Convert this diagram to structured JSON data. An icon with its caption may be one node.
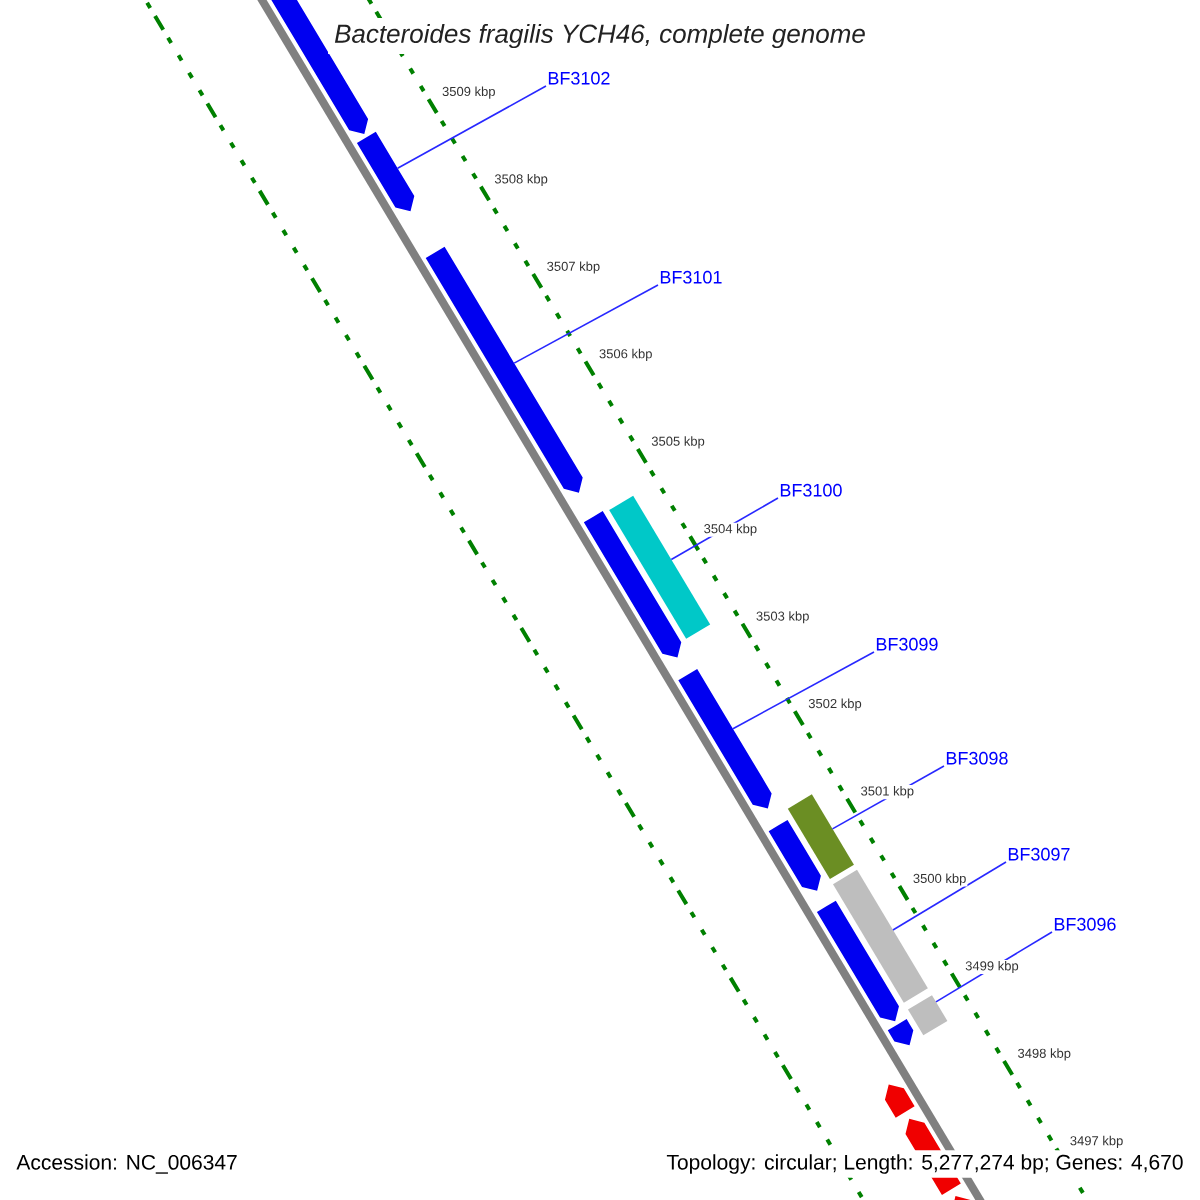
{
  "diagram": {
    "title": "Bacteroides fragilis YCH46, complete genome",
    "nodes": [
      {
        "text": [
          "BF3102"
        ]
      },
      {
        "text": [
          "BF3101"
        ]
      },
      {
        "text": [
          "BF3100"
        ]
      },
      {
        "text": [
          "BF3099"
        ]
      },
      {
        "text": [
          "BF3098"
        ]
      },
      {
        "text": [
          "BF3097"
        ]
      },
      {
        "text": [
          "BF3096"
        ]
      },
      {
        "text": [],
        "shape": "arrow"
      },
      {
        "text": [],
        "shape": "arrow"
      },
      {
        "text": [],
        "shape": "arrow"
      },
      {
        "text": [],
        "shape": "arrow"
      },
      {
        "text": [],
        "shape": "bar"
      },
      {
        "text": [],
        "shape": "arrow"
      },
      {
        "text": [],
        "shape": "bar"
      },
      {
        "text": [],
        "shape": "arrow"
      },
      {
        "text": [],
        "shape": "bar"
      },
      {
        "text": [],
        "shape": "arrow"
      },
      {
        "text": [],
        "shape": "bar"
      },
      {
        "text": [],
        "shape": "arrow"
      },
      {
        "text": [],
        "shape": "arrow"
      },
      {
        "text": [],
        "shape": "arrow"
      },
      {
        "text": [],
        "shape": "arrow"
      }
    ],
    "edges": [
      {
        "from": 0,
        "to": 8,
        "arrow": "none"
      },
      {
        "from": 1,
        "to": 9,
        "arrow": "none"
      },
      {
        "from": 2,
        "to": 11,
        "arrow": "none"
      },
      {
        "from": 3,
        "to": 12,
        "arrow": "none"
      },
      {
        "from": 4,
        "to": 13,
        "arrow": "none"
      },
      {
        "from": 5,
        "to": 15,
        "arrow": "none"
      },
      {
        "from": 6,
        "to": 17,
        "arrow": "none"
      }
    ],
    "labels": [
      "3509 kbp",
      "3508 kbp",
      "3507 kbp",
      "3506 kbp",
      "3505 kbp",
      "3504 kbp",
      "3503 kbp",
      "3502 kbp",
      "3501 kbp",
      "3500 kbp",
      "3499 kbp",
      "3498 kbp",
      "3497 kbp",
      "Accession: NC_006347",
      "Topology: circular; Length: 5,277,274 bp; Genes: 4,670"
    ]
  }
}
